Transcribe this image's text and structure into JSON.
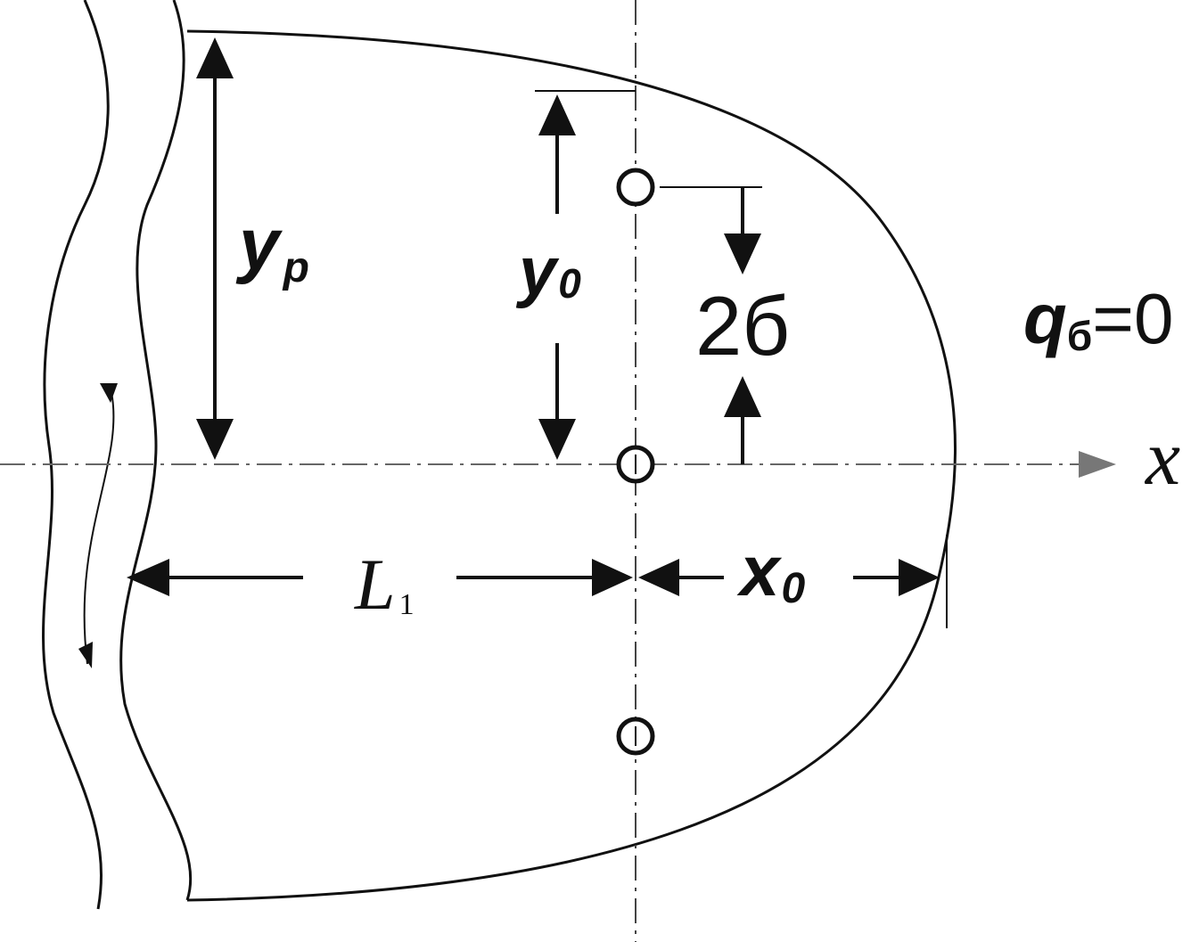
{
  "labels": {
    "yp": {
      "main": "y",
      "sub": "p"
    },
    "y0": {
      "main": "y",
      "sub": "0"
    },
    "two_sigma": "2б",
    "q_sigma": {
      "main": "q",
      "sub": "б",
      "rest": "=0"
    },
    "x_axis": "x",
    "L1": {
      "main": "L",
      "sub": "1"
    },
    "x0": {
      "main": "x",
      "sub": "0"
    }
  },
  "colors": {
    "stroke": "#111111",
    "axis": "#666666",
    "background": "#ffffff"
  }
}
